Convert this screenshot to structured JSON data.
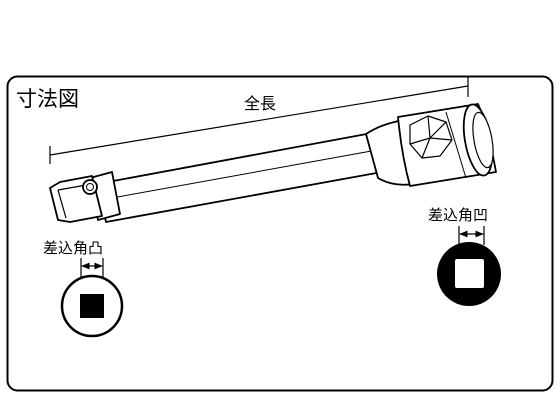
{
  "diagram": {
    "title": "寸法図",
    "overall_length_label": "全長",
    "male_square_drive_label": "差込角凸",
    "female_square_drive_label": "差込角凹"
  }
}
